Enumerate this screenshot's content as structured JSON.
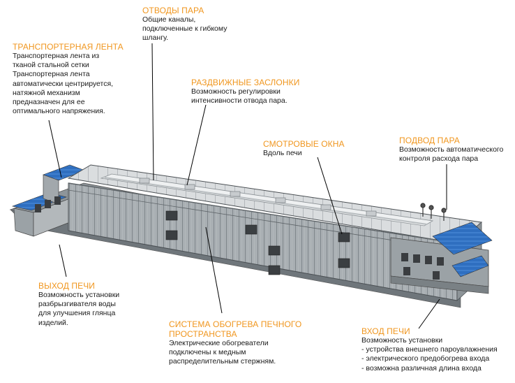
{
  "callouts": {
    "steam_outlets": {
      "title": "ОТВОДЫ ПАРА",
      "text": "Общие  каналы,\nподключенные к гибкому\nшлангу."
    },
    "conveyor_belt": {
      "title": "ТРАНСПОРТЕРНАЯ ЛЕНТА",
      "text": "Транспортерная лента из\nтканой стальной сетки\nТранспортерная лента\nавтоматически центрируется,\nнатяжной механизм\nпредназначен для ее\nоптимального напряжения."
    },
    "sliding_dampers": {
      "title": "РАЗДВИЖНЫЕ ЗАСЛОНКИ",
      "text": "Возможность регулировки\nинтенсивности отвода пара."
    },
    "view_windows": {
      "title": "СМОТРОВЫЕ ОКНА",
      "text": "Вдоль печи"
    },
    "steam_supply": {
      "title": "ПОДВОД ПАРА",
      "text": "Возможность автоматического\nконтроля расхода пара"
    },
    "oven_exit": {
      "title": "ВЫХОД ПЕЧИ",
      "text": "Возможность установки\nразбрызгивателя воды\nдля улучшения глянца\nизделий."
    },
    "heating_system": {
      "title": "СИСТЕМА ОБОГРЕВА ПЕЧНОГО\nПРОСТРАНСТВА",
      "text": "Электрические обогреватели\nподключены к медным\nраспределительным стержням."
    },
    "oven_entry": {
      "title": "ВХОД ПЕЧИ",
      "text": "Возможность установки",
      "items": [
        "- устройства внешнего пароувлажнения",
        "- электрического предобогрева входа",
        "- возможна различная длина входа"
      ]
    }
  },
  "colors": {
    "accent": "#f0961e",
    "text": "#1a1a1a",
    "leader": "#000000",
    "panel": "#a8aeb2",
    "roof": "#d9dcde",
    "belt": "#2f6fc0"
  }
}
